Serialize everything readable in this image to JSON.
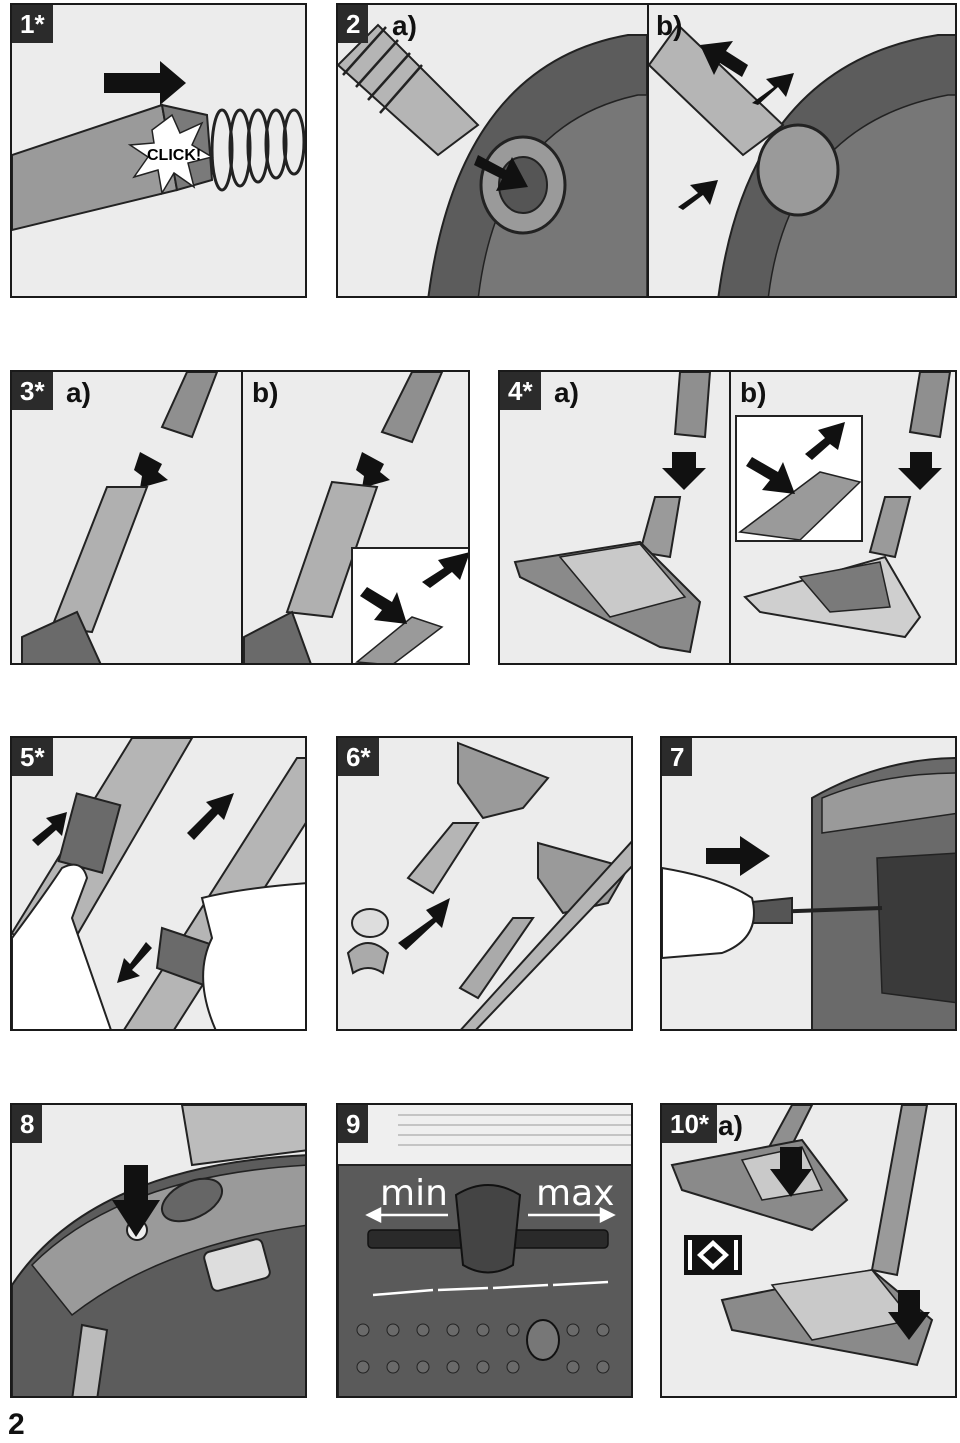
{
  "page_number": "2",
  "panels": [
    {
      "id": "1",
      "label": "1*",
      "click_text": "CLICK!"
    },
    {
      "id": "2",
      "label": "2",
      "sub_a": "a)",
      "sub_b": "b)"
    },
    {
      "id": "3",
      "label": "3*",
      "sub_a": "a)",
      "sub_b": "b)"
    },
    {
      "id": "4",
      "label": "4*",
      "sub_a": "a)",
      "sub_b": "b)"
    },
    {
      "id": "5",
      "label": "5*"
    },
    {
      "id": "6",
      "label": "6*"
    },
    {
      "id": "7",
      "label": "7"
    },
    {
      "id": "8",
      "label": "8"
    },
    {
      "id": "9",
      "label": "9",
      "min_label": "min",
      "max_label": "max"
    },
    {
      "id": "10",
      "label": "10*",
      "sub_a": "a)"
    }
  ],
  "colors": {
    "border": "#1a1a1a",
    "badge_bg": "#2b2b2b",
    "panel_bg": "#ececec",
    "dark_gray": "#555555",
    "mid_gray": "#8a8a8a",
    "light_gray": "#c8c8c8"
  }
}
